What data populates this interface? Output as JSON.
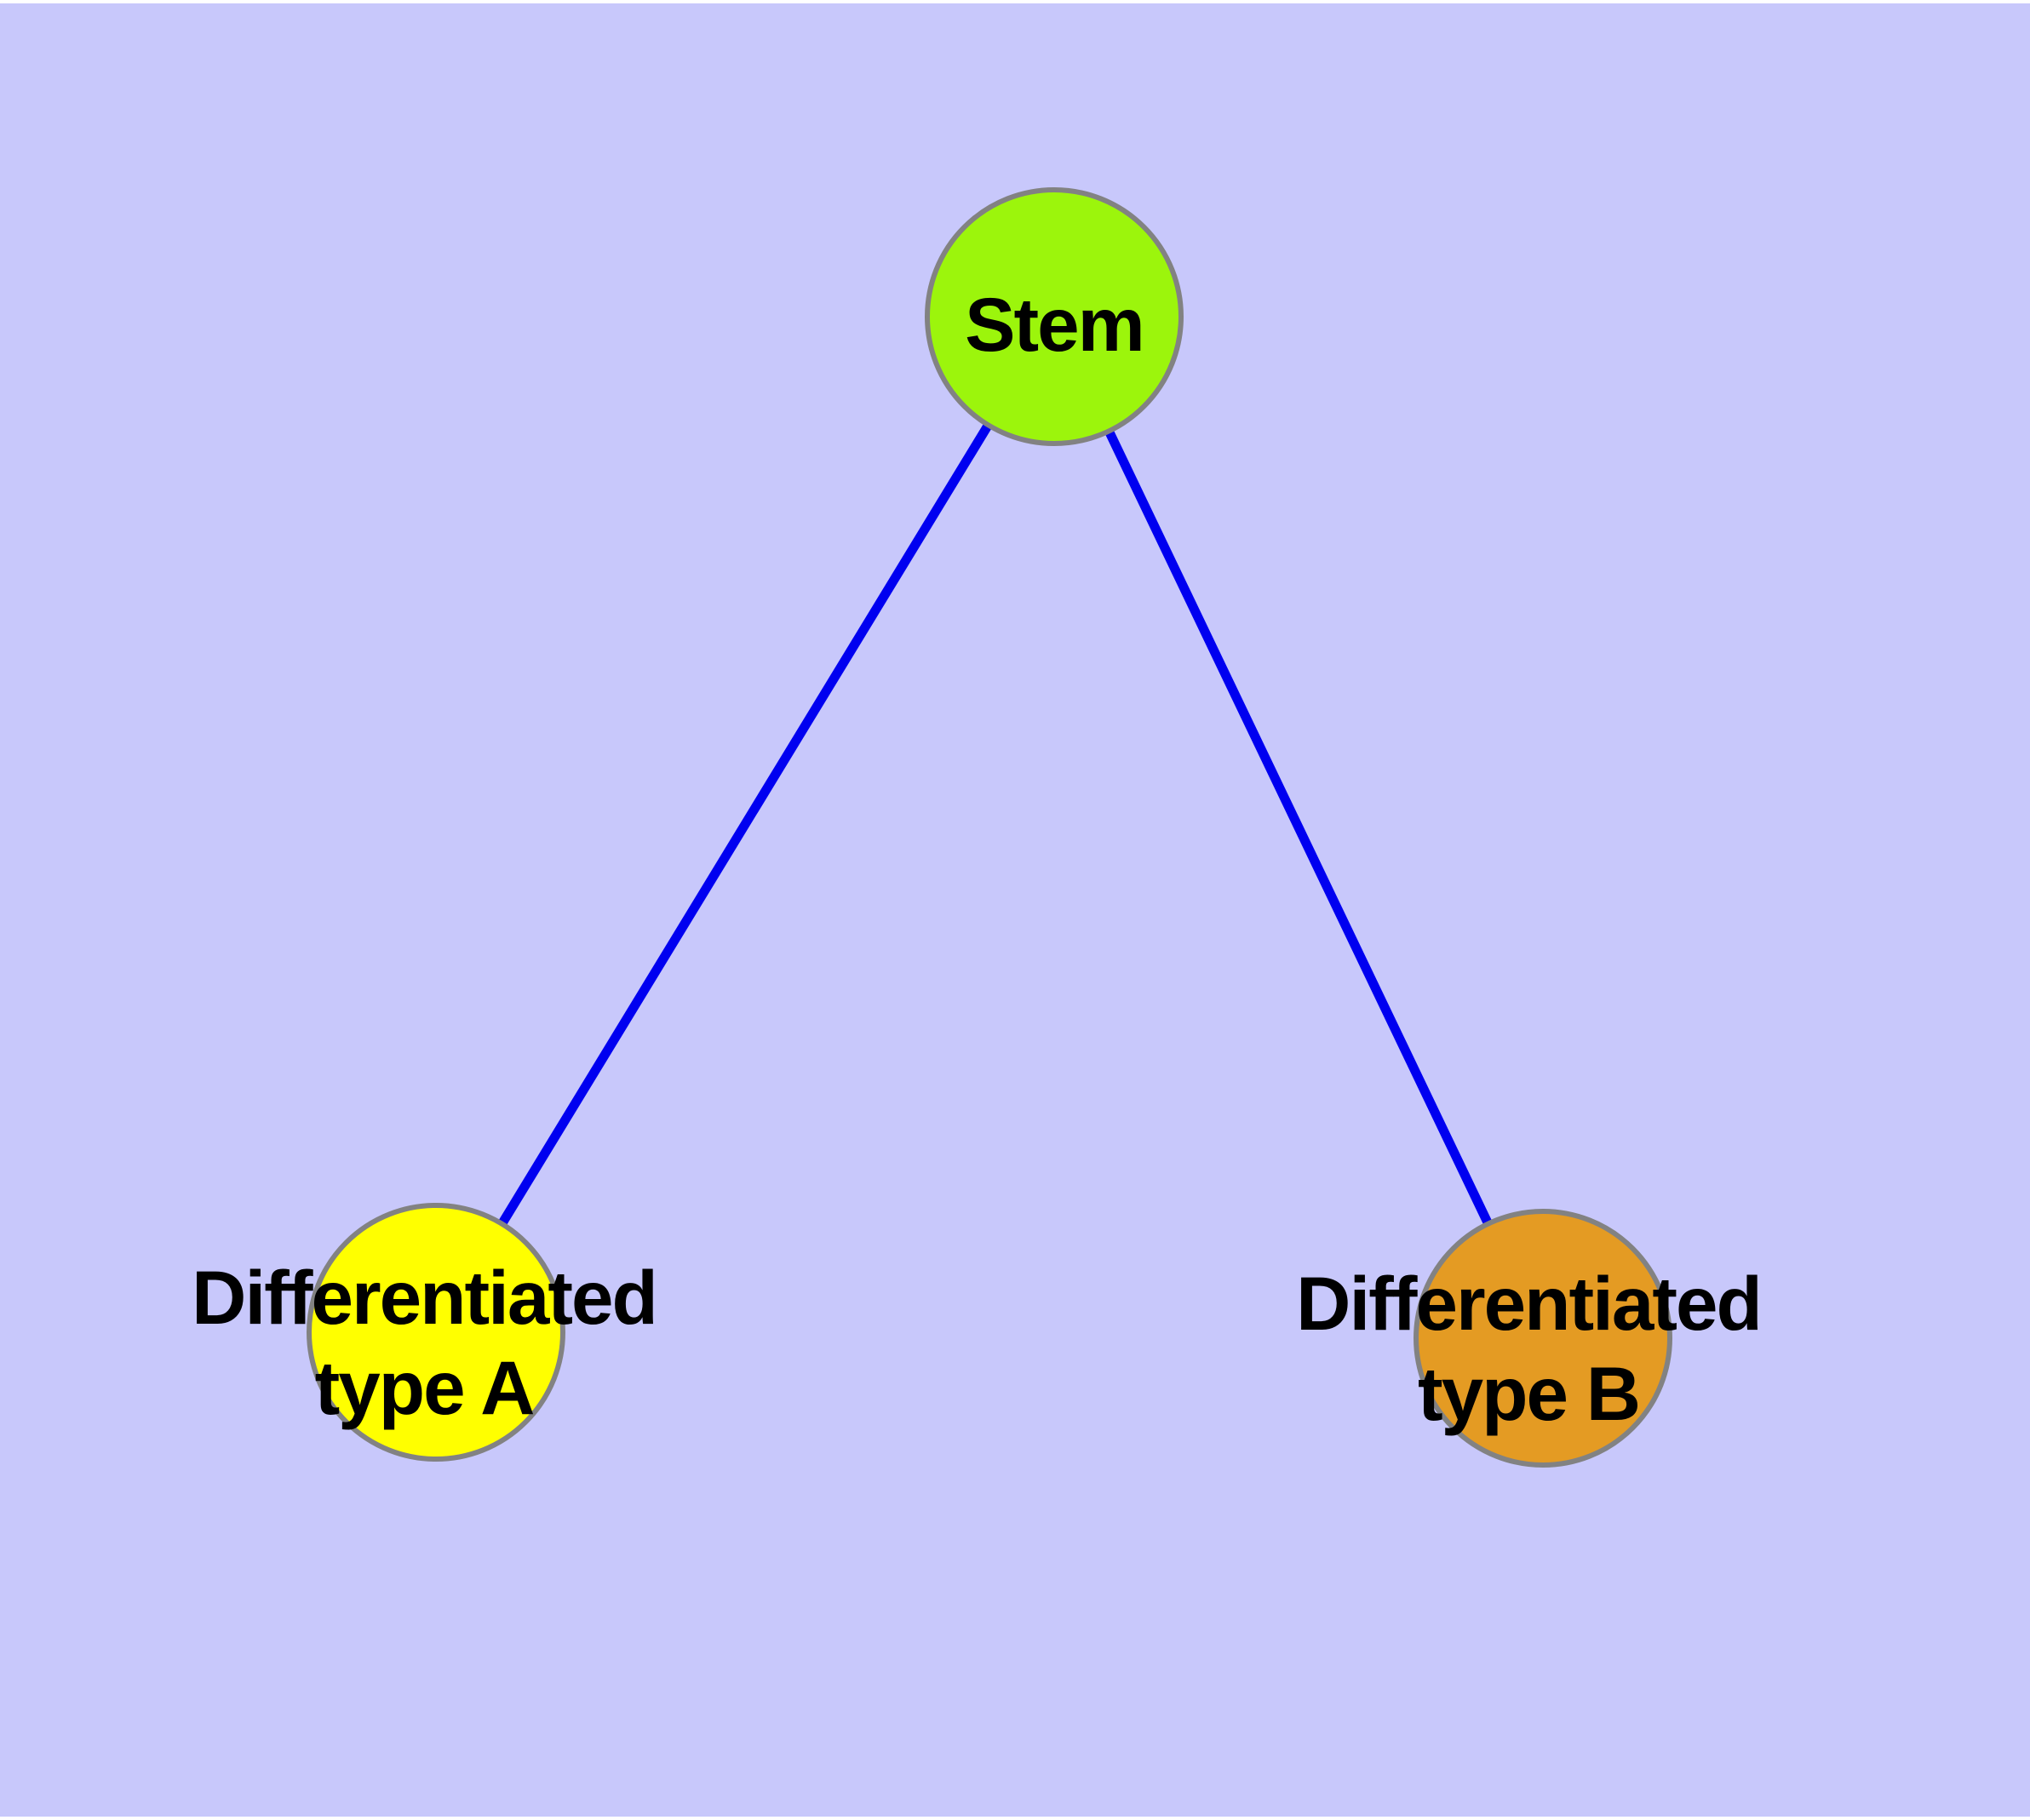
{
  "diagram": {
    "type": "graph",
    "description": "Stem cell differentiation tree: one stem node with two differentiated child nodes",
    "background_color": "#C8C8FB",
    "frame_color": "#FFFFFF",
    "label_color": "#000000",
    "node_border_color": "#828282",
    "nodes": {
      "stem": {
        "label": "Stem",
        "color": "#9CF50C"
      },
      "type_a": {
        "label": "Differentiated\ntype A",
        "color": "#FFFF00"
      },
      "type_b": {
        "label": "Differentiated\ntype B",
        "color": "#E49B23"
      }
    },
    "edges": {
      "color": "#0000F0",
      "list": [
        {
          "from": "Stem",
          "to": "Differentiated type A"
        },
        {
          "from": "Stem",
          "to": "Differentiated type B"
        }
      ]
    }
  }
}
